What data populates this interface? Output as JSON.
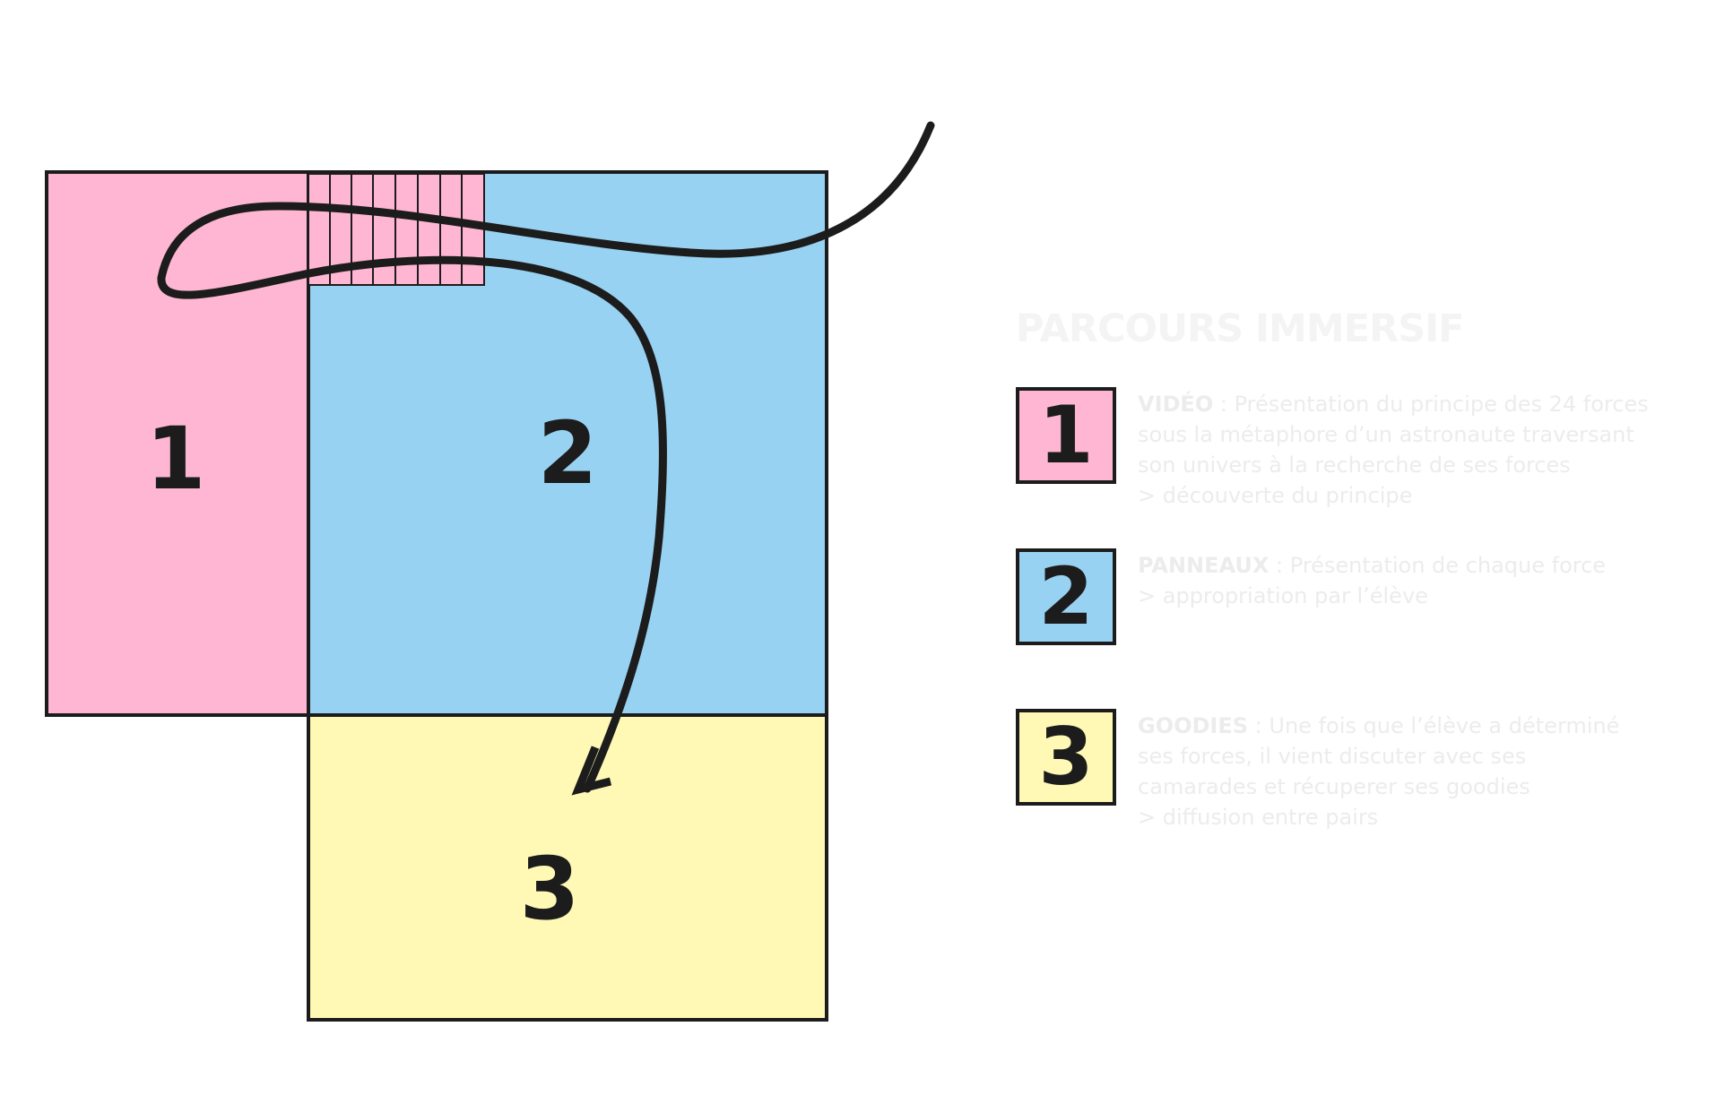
{
  "zones": [
    {
      "number": "1",
      "color": "#ffb6d2"
    },
    {
      "number": "2",
      "color": "#98d2f2"
    },
    {
      "number": "3",
      "color": "#fff9b5"
    }
  ],
  "outline_color": "#1c1c1c",
  "legend": {
    "title": "PARCOURS IMMERSIF",
    "items": [
      {
        "number": "1",
        "color": "#ffb6d2",
        "keyword": "VIDÉO",
        "lines": [
          " : Présentation du principe des 24 forces",
          "sous la métaphore d’un astronaute traversant",
          "son univers à la recherche de ses forces",
          "> découverte du principe"
        ]
      },
      {
        "number": "2",
        "color": "#98d2f2",
        "keyword": "PANNEAUX",
        "lines": [
          " : Présentation de chaque force",
          "> appropriation par l’élève"
        ]
      },
      {
        "number": "3",
        "color": "#fff9b5",
        "keyword": "GOODIES",
        "lines": [
          " : Une fois que l’élève a déterminé",
          "ses forces, il vient discuter avec ses",
          "camarades et récuperer ses goodies",
          "> diffusion entre pairs"
        ]
      }
    ]
  }
}
